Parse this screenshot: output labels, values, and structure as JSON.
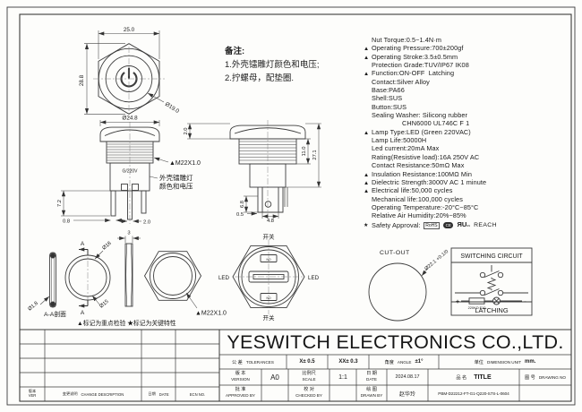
{
  "notes": {
    "title": "备注:",
    "line1": "1.外壳镭雕灯颜色和电压;",
    "line2": "2.拧螺母，配垫圈."
  },
  "specs": {
    "items": [
      {
        "m": "",
        "t": "Nut Torque:0.5~1.4N·m"
      },
      {
        "m": "▲",
        "t": "Operating Pressure:700±200gf"
      },
      {
        "m": "▲",
        "t": "Operating Stroke:3.5±0.5mm"
      },
      {
        "m": "",
        "t": "Protection Grade:TUV/IP67 IK08"
      },
      {
        "m": "▲",
        "t": "Function:ON-OFF  Latching"
      },
      {
        "m": "",
        "t": "Contact:Silver Alloy"
      },
      {
        "m": "",
        "t": "Base:PA66"
      },
      {
        "m": "",
        "t": "Shell:SUS"
      },
      {
        "m": "",
        "t": "Button:SUS"
      },
      {
        "m": "",
        "t": "Sealing Washer: Silicong rubber"
      },
      {
        "m": "",
        "t": "                CHN6000 UL746C F 1"
      },
      {
        "m": "▲",
        "t": "Lamp Type:LED (Green 220VAC)"
      },
      {
        "m": "",
        "t": "Lamp Life:50000H"
      },
      {
        "m": "",
        "t": "Led current:20mA Max"
      },
      {
        "m": "",
        "t": "Rating(Resistive load):16A 250V AC"
      },
      {
        "m": "",
        "t": "Contact Resistance:50mΩ Max"
      },
      {
        "m": "▲",
        "t": "Insulation Resistance:100MΩ Min"
      },
      {
        "m": "▲",
        "t": "Dielectric Strength:3000V AC 1 minute"
      },
      {
        "m": "▲",
        "t": "Electrical life:50,000 cycles"
      },
      {
        "m": "",
        "t": "Mechanical life:100,000 cycles"
      },
      {
        "m": "",
        "t": "Operating Temperature:-20°C~85°C"
      },
      {
        "m": "",
        "t": "Relative Air Humidity:20%~85%"
      }
    ],
    "safety": {
      "m": "★",
      "label": "Safety Approval:",
      "rohs": "RoHS",
      "ce": "CE",
      "ul_main": "ЯU",
      "ul_sub": "us",
      "reach": "REACH"
    }
  },
  "drawings": {
    "front_view": {
      "dim_width": "25.0",
      "dim_height": "28.8",
      "dim_button": "Ø19.0"
    },
    "side_view": {
      "dim_cap": "Ø24.8",
      "thread_label": "▲M22X1.0",
      "marking": "G/220V",
      "ann_line1": "外壳镭雕灯",
      "ann_line2": "颜色和电压",
      "dim_pin_len": "7.2",
      "dim_pin_thk": "0.8",
      "dim_pin_pitch": "2.0"
    },
    "mid_view": {
      "dim_cap_h": "2.0",
      "dim_thread_len": "11.0",
      "dim_total_h": "27.1",
      "dim_term_len": "6.8",
      "dim_term_thk": "0.5",
      "dim_term_w": "4.8"
    },
    "oring": {
      "dim_cord": "Ø1.8",
      "section_label": "A-A剖面",
      "arrow_letter": "A",
      "dim_outer": "Ø18",
      "dim_inner": "Ø15"
    },
    "nut_side": {
      "dim_thickness": "3"
    },
    "nut_front": {
      "thread_label": "▲M22X1.0"
    },
    "bottom_view": {
      "label_top": "开关",
      "label_bottom": "开关",
      "label_left": "LED",
      "label_right": "LED",
      "terminal_mark": "NO"
    },
    "cutout": {
      "label": "CUT-OUT",
      "dim": "Ø22.1 +0.1/0"
    },
    "circuit": {
      "title": "SWITCHING CIRCUIT",
      "mode": "LATCHING",
      "resistor": "220KΩ F10",
      "plus": "+",
      "minus": "-"
    },
    "inspection_note": "▲标记为重点检验 ★标记为关键特性"
  },
  "titleblock": {
    "company": "YESWITCH ELECTRONICS CO.,LTD.",
    "tolerances": {
      "label_cn": "公 差",
      "label_en": "TOLERANCES",
      "x": "X± 0.5",
      "xx": "XX± 0.3",
      "angle_cn": "角度",
      "angle_en": "ANGLE",
      "angle_val": "±1°",
      "unit_cn": "单位",
      "unit_en": "DIMENSION UNIT",
      "unit_val": "mm."
    },
    "version": {
      "label_cn": "版 本",
      "label_en": "VERSION",
      "value": "A0"
    },
    "scale": {
      "label_cn": "比例尺",
      "label_en": "SCALE",
      "value": "1:1"
    },
    "date": {
      "label_cn": "日 期",
      "label_en": "DATE",
      "value": "2024.08.17"
    },
    "title": {
      "label_cn": "品 名",
      "label_en": "TITLE"
    },
    "drawing_no": {
      "label_cn": "图 号",
      "label_en": "DRAWING NO"
    },
    "approved": {
      "label_cn": "批 准",
      "label_en": "APPROVED BY"
    },
    "checked": {
      "label_cn": "校 对",
      "label_en": "CHECKED BY"
    },
    "drawn": {
      "label_cn": "绘 图",
      "label_en": "DRAWN BY",
      "value": "赵华玲"
    },
    "part_number": "PBM-D22212-FT-G1-Q220-S7S-L-0604",
    "change_table": {
      "ver_cn": "版本",
      "ver_en": "VER",
      "desc_cn": "变更说明",
      "desc_en": "CHANGE DESCRIPTION",
      "date_cn": "日期",
      "date_en": "DATE",
      "ecn": "ECN NO."
    }
  }
}
